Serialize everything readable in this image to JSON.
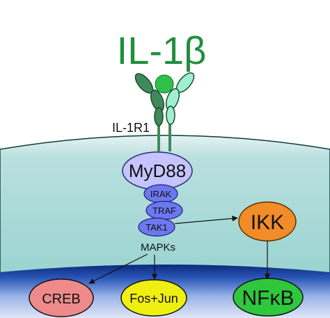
{
  "ligand": {
    "label": "IL-1β"
  },
  "receptor": {
    "label": "IL-1R1"
  },
  "adaptor": {
    "label": "MyD88"
  },
  "kinases": {
    "irak": "IRAK",
    "traf": "TRAF",
    "tak1": "TAK1"
  },
  "ikk": {
    "label": "IKK"
  },
  "mapks": {
    "label": "MAPKs"
  },
  "transcription_factors": {
    "creb": "CREB",
    "fos_jun": "Fos+Jun",
    "nfkb": "NFκB"
  },
  "colors": {
    "ligand_text": "#1f8f3f",
    "ligand_ball": "#2fc04a",
    "receptor_dark": "#3f8a5a",
    "receptor_light": "#9ef0cf",
    "membrane_top": "#cde8e8",
    "cytoplasm": "#a8d8d6",
    "nucleus": "#123c8c",
    "myd88": "#c6c4ff",
    "kinase": "#6c78ee",
    "ikk": "#f28c28",
    "creb": "#ee8a8a",
    "fos_jun": "#f0ef12",
    "nfkb": "#2fc73c"
  }
}
